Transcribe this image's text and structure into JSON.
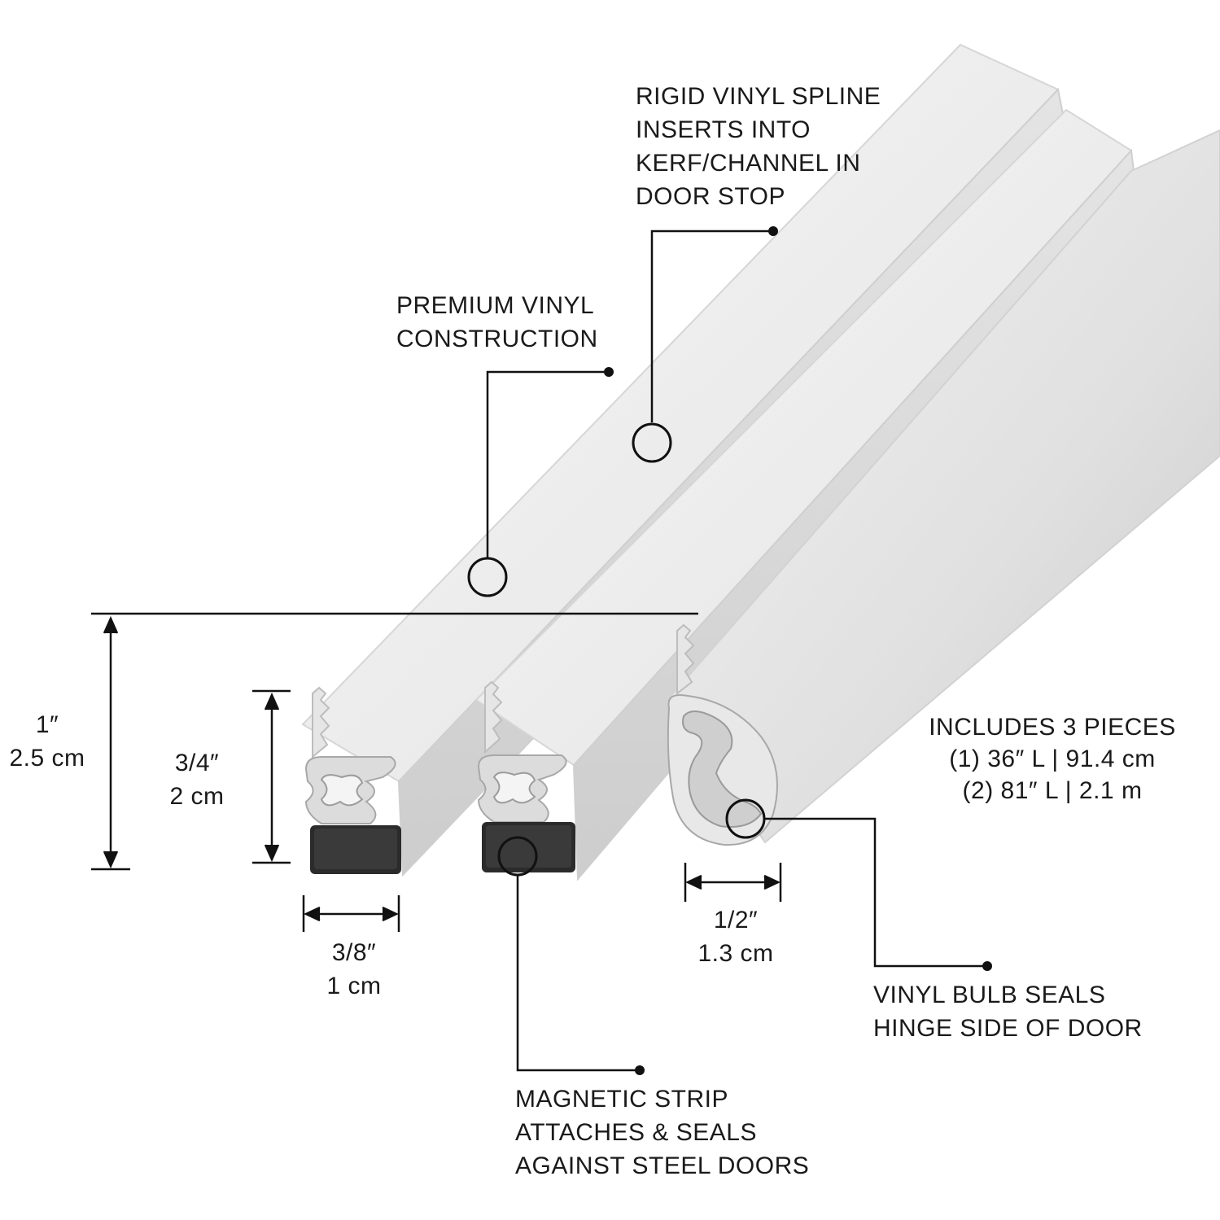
{
  "callouts": {
    "spline": [
      "RIGID VINYL SPLINE",
      "INSERTS INTO",
      "KERF/CHANNEL IN",
      "DOOR STOP"
    ],
    "construction": [
      "PREMIUM VINYL",
      "CONSTRUCTION"
    ],
    "includes": [
      "INCLUDES 3 PIECES",
      "(1) 36″ L | 91.4 cm",
      "(2) 81″ L | 2.1 m"
    ],
    "bulb": [
      "VINYL BULB SEALS",
      "HINGE SIDE OF DOOR"
    ],
    "magnetic": [
      "MAGNETIC STRIP",
      "ATTACHES & SEALS",
      "AGAINST STEEL DOORS"
    ]
  },
  "dimensions": {
    "overall_height": [
      "1″",
      "2.5 cm"
    ],
    "profile_height": [
      "3/4″",
      "2 cm"
    ],
    "profile_width": [
      "3/8″",
      "1 cm"
    ],
    "bulb_width": [
      "1/2″",
      "1.3 cm"
    ]
  },
  "colors": {
    "vinyl": "#ececec",
    "vinyl_shadow": "#cfcfcf",
    "magnet": "#2b2b2b",
    "line": "#111111"
  }
}
